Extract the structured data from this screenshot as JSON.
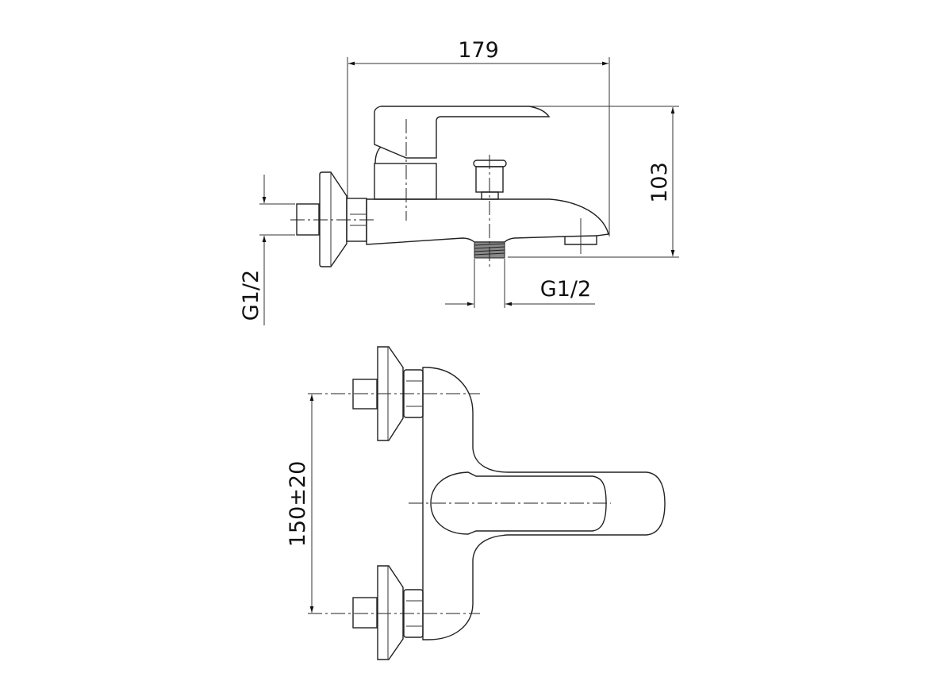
{
  "drawing": {
    "side_view": {
      "width_dimension": "179",
      "height_dimension": "103",
      "inlet_thread_label": "G1/2",
      "outlet_thread_label": "G1/2"
    },
    "top_view": {
      "inlet_spacing_dimension": "150±20"
    },
    "colors": {
      "line": "#222222",
      "background": "#ffffff"
    }
  }
}
